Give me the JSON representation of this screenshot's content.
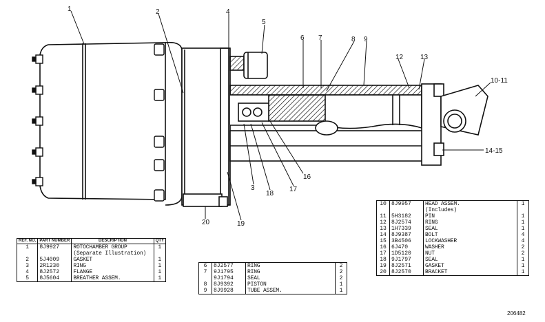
{
  "callouts": {
    "c1": "1",
    "c2": "2",
    "c3": "3",
    "c4": "4",
    "c5": "5",
    "c6": "6",
    "c7": "7",
    "c8": "8",
    "c9": "9",
    "c10": "10-11",
    "c12": "12",
    "c13": "13",
    "c14": "14-15",
    "c16": "16",
    "c17": "17",
    "c18": "18",
    "c19": "19",
    "c20": "20"
  },
  "table_a": {
    "headers": {
      "ref": "REF. NO.",
      "part": "PART NUMBER",
      "desc": "DESCRIPTION",
      "qty": "QTY"
    },
    "rows": [
      {
        "ref": "1",
        "part": "8J9927",
        "desc": "ROTOCHAMBER GROUP",
        "qty": "1"
      },
      {
        "ref": "",
        "part": "",
        "desc": "(Separate Illustration)",
        "qty": ""
      },
      {
        "ref": "2",
        "part": "5J4009",
        "desc": "GASKET",
        "qty": "1"
      },
      {
        "ref": "3",
        "part": "2R1230",
        "desc": "RING",
        "qty": "1"
      },
      {
        "ref": "4",
        "part": "8J2572",
        "desc": "FLANGE",
        "qty": "1"
      },
      {
        "ref": "5",
        "part": "8J5604",
        "desc": "BREATHER ASSEM.",
        "qty": "1"
      }
    ]
  },
  "table_b": {
    "rows": [
      {
        "ref": "6",
        "part": "8J2577",
        "desc": "RING",
        "qty": "2"
      },
      {
        "ref": "7",
        "part": "9J1795",
        "desc": "RING",
        "qty": "2"
      },
      {
        "ref": "",
        "part": "9J1794",
        "desc": "SEAL",
        "qty": "2"
      },
      {
        "ref": "8",
        "part": "8J9392",
        "desc": "PISTON",
        "qty": "1"
      },
      {
        "ref": "9",
        "part": "8J9928",
        "desc": "TUBE ASSEM.",
        "qty": "1"
      }
    ]
  },
  "table_c": {
    "rows": [
      {
        "ref": "10",
        "part": "8J9957",
        "desc": "HEAD ASSEM.",
        "qty": "1"
      },
      {
        "ref": "",
        "part": "",
        "desc": "(Includes)",
        "qty": ""
      },
      {
        "ref": "11",
        "part": "5H3182",
        "desc": "PIN",
        "qty": "1"
      },
      {
        "ref": "12",
        "part": "8J2574",
        "desc": "RING",
        "qty": "1"
      },
      {
        "ref": "13",
        "part": "1H7339",
        "desc": "SEAL",
        "qty": "1"
      },
      {
        "ref": "14",
        "part": "8J9387",
        "desc": "BOLT",
        "qty": "4"
      },
      {
        "ref": "15",
        "part": "3B4506",
        "desc": "LOCKWASHER",
        "qty": "4"
      },
      {
        "ref": "16",
        "part": "6J470",
        "desc": "WASHER",
        "qty": "2"
      },
      {
        "ref": "17",
        "part": "1D5120",
        "desc": "NUT",
        "qty": "2"
      },
      {
        "ref": "18",
        "part": "9J1797",
        "desc": "SEAL",
        "qty": "1"
      },
      {
        "ref": "19",
        "part": "8J2571",
        "desc": "GASKET",
        "qty": "1"
      },
      {
        "ref": "20",
        "part": "8J2570",
        "desc": "BRACKET",
        "qty": "1"
      }
    ]
  },
  "drawing_number": "206482"
}
